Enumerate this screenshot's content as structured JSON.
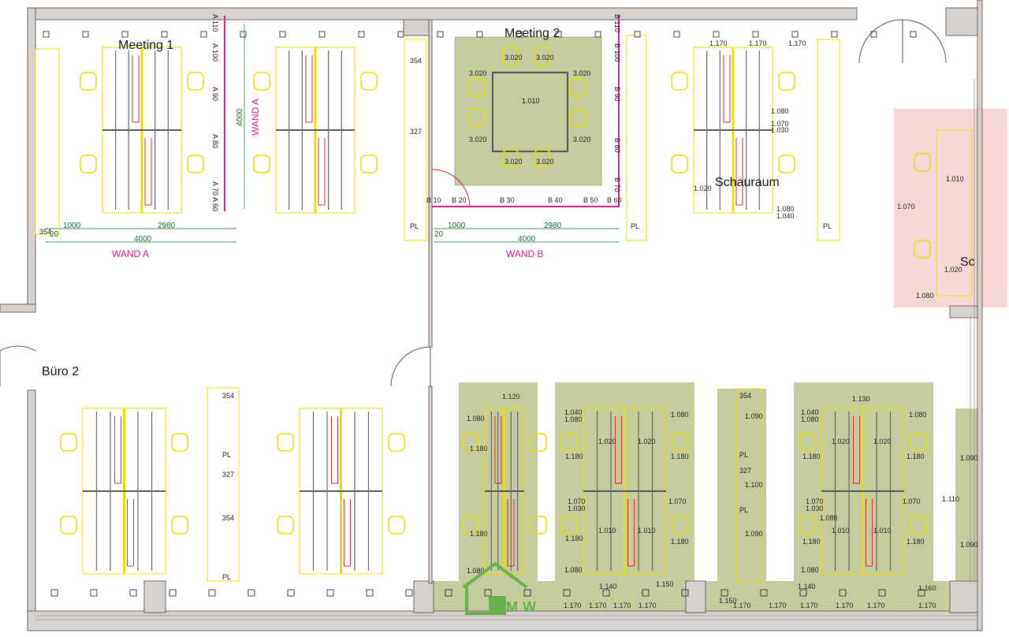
{
  "rooms": {
    "meeting1": "Meeting 1",
    "meeting2": "Meeting 2",
    "schauraum": "Schauraum",
    "buero2": "Büro 2",
    "sc": "Sc"
  },
  "walls": {
    "wand_a": "WAND A",
    "wand_a_vertical": "WAND A",
    "wand_b": "WAND B"
  },
  "dimensions": {
    "a_door": "1000",
    "a_rest": "2980",
    "a_total": "4000",
    "a_offset": "20",
    "a_height": "4000",
    "b_door": "1000",
    "b_rest": "2980",
    "b_total": "4000",
    "b_offset": "20"
  },
  "wall_markers_b": [
    "B 10",
    "B 20",
    "B 30",
    "B 40",
    "B 50",
    "B 60",
    "B 70",
    "B 80",
    "B 90",
    "B 100",
    "B 110"
  ],
  "wall_markers_a": [
    "A 60",
    "A 70",
    "A 80",
    "A 90",
    "A 100",
    "A 110"
  ],
  "meeting2_codes": {
    "chair": "3.020",
    "table": "1.010"
  },
  "codes": {
    "c1080": "1.080",
    "c1120": "1.120",
    "c1180": "1.180",
    "c1040": "1.040",
    "c1020": "1.020",
    "c1070": "1.070",
    "c1030": "1.030",
    "c1010": "1.010",
    "c1090": "1.090",
    "c1100": "1.100",
    "c1130": "1.130",
    "c1110": "1.110",
    "c1140": "1.140",
    "c1150": "1.150",
    "c1160": "1.160",
    "c1170": "1.170"
  },
  "cabinet_codes": {
    "pl": "PL",
    "c354": "354",
    "c327": "327"
  },
  "logo": {
    "text": "KMW"
  },
  "colors": {
    "wall": "#8c8480",
    "furniture": "#e8e000",
    "highlight_green": "#c5cc9e",
    "highlight_pink": "#f8d6d6",
    "wand": "#d0208a",
    "logo": "#6ab04c"
  }
}
